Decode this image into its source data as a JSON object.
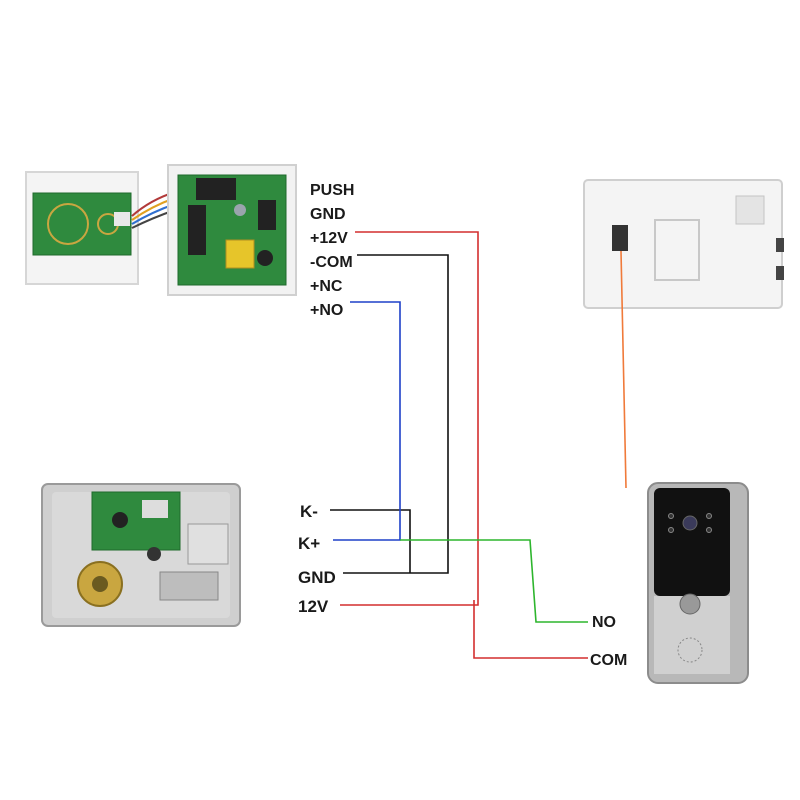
{
  "controller_terminals": [
    "PUSH",
    "GND",
    "+12V",
    "-COM",
    "+NC",
    "+NO"
  ],
  "lock_terminals": [
    "K-",
    "K+",
    "GND",
    "12V"
  ],
  "doorbell_terminals": [
    "NO",
    "COM"
  ],
  "colors": {
    "red_wire": "#d32f2f",
    "black_wire": "#111111",
    "blue_wire": "#1e40c8",
    "green_wire": "#2db52d",
    "orange_wire": "#f07a3a"
  },
  "icons": {
    "access_controller": "access-controller-device",
    "electric_lock": "electric-lock-device",
    "monitor": "indoor-monitor-device",
    "doorbell": "outdoor-doorbell-camera-device"
  }
}
